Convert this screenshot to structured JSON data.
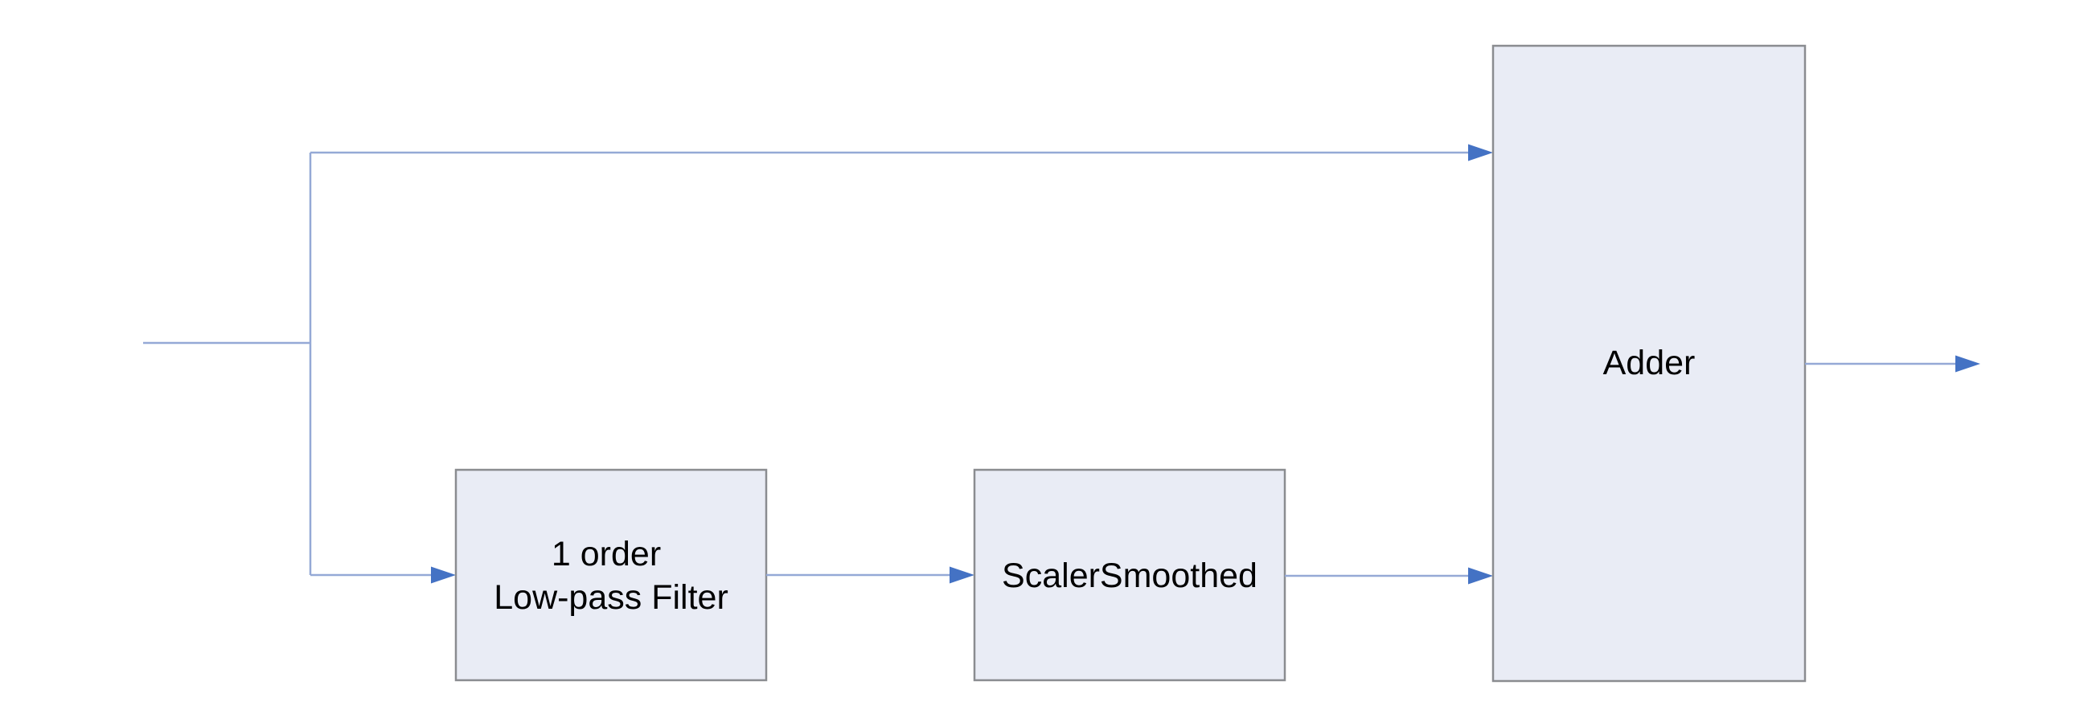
{
  "colors": {
    "background": "#ffffff",
    "connector_line": "#95a9d6",
    "arrowhead": "#4472c4",
    "block_fill": "#e9ecf5",
    "block_border": "#8a8c90",
    "label_text": "#000000"
  },
  "diagram": {
    "type": "block-diagram",
    "nodes": [
      {
        "id": "lowpass-filter",
        "label_lines": [
          "1 order",
          "Low-pass Filter"
        ]
      },
      {
        "id": "scaler-smoothed",
        "label_lines": [
          "ScalerSmoothed"
        ]
      },
      {
        "id": "adder",
        "label_lines": [
          "Adder"
        ]
      }
    ],
    "edges": [
      {
        "from": "input",
        "to": "branch-point"
      },
      {
        "from": "branch-point",
        "to": "adder",
        "route": "top"
      },
      {
        "from": "branch-point",
        "to": "lowpass-filter",
        "route": "bottom"
      },
      {
        "from": "lowpass-filter",
        "to": "scaler-smoothed"
      },
      {
        "from": "scaler-smoothed",
        "to": "adder"
      },
      {
        "from": "adder",
        "to": "output"
      }
    ]
  }
}
